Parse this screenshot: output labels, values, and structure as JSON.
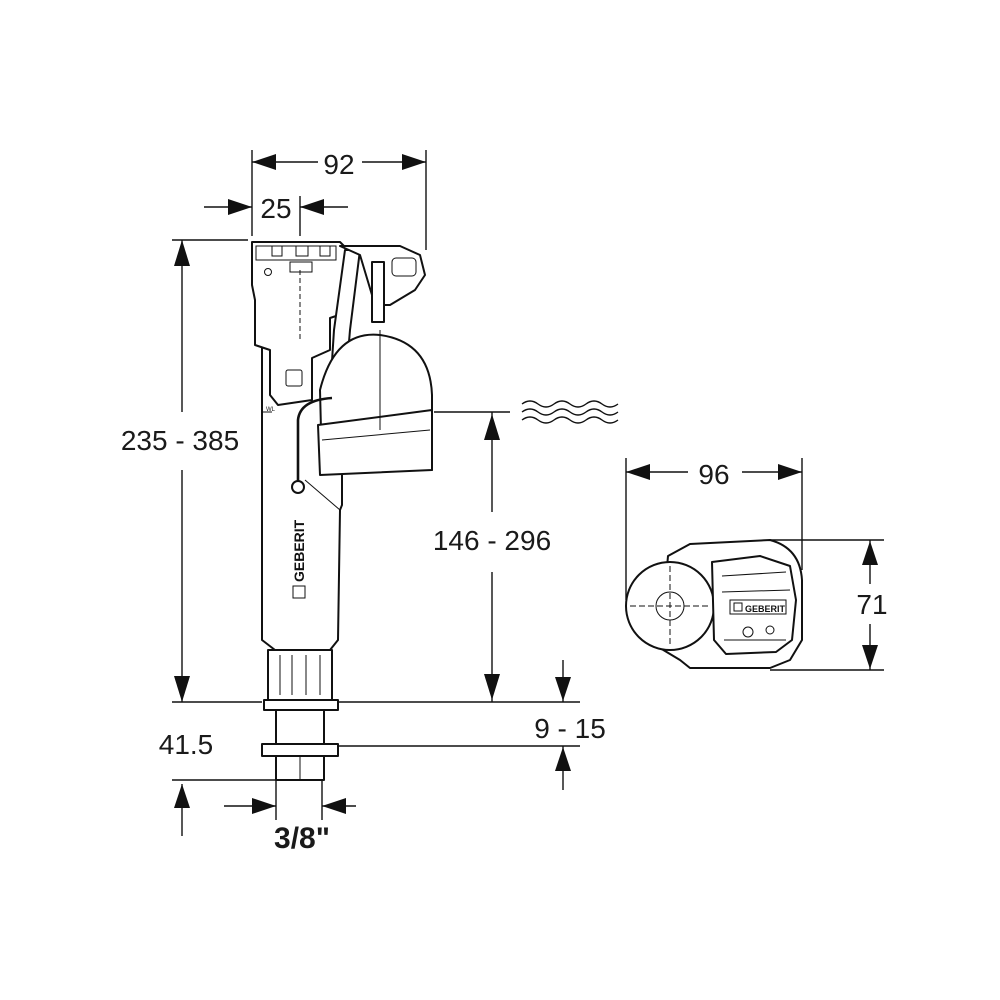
{
  "drawing": {
    "brand": "GEBERIT",
    "dimensions": {
      "top_width": "92",
      "top_offset": "25",
      "total_height": "235 - 385",
      "water_level_height": "146 - 296",
      "thread_length": "9 - 15",
      "stem_height": "41.5",
      "thread_size": "3/8\"",
      "plan_width": "96",
      "plan_depth": "71"
    },
    "labels": {
      "water_level_mark": "WL"
    }
  }
}
